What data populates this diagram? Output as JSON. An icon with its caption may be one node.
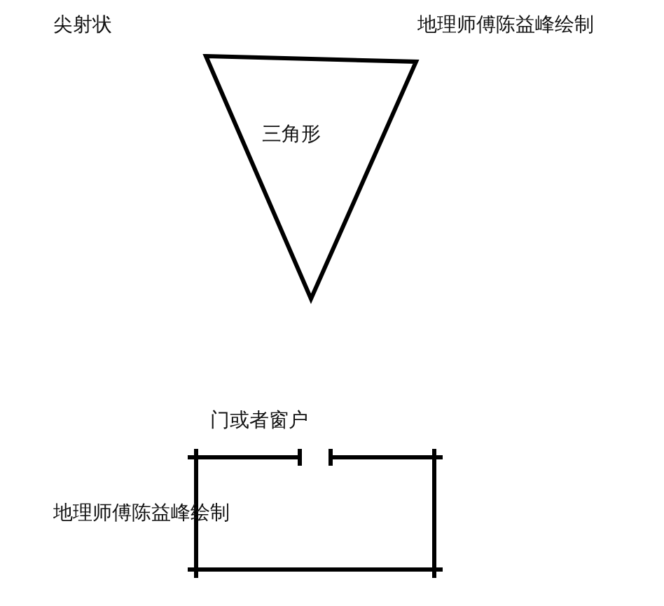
{
  "diagram": {
    "nodes": [
      {
        "text": [
          "三角形"
        ]
      },
      {
        "text": [],
        "shape": "box"
      }
    ],
    "labels": [
      "尖射状",
      "地理师傅陈益峰绘制",
      "门或者窗户",
      "地理师傅陈益峰绘制"
    ]
  }
}
